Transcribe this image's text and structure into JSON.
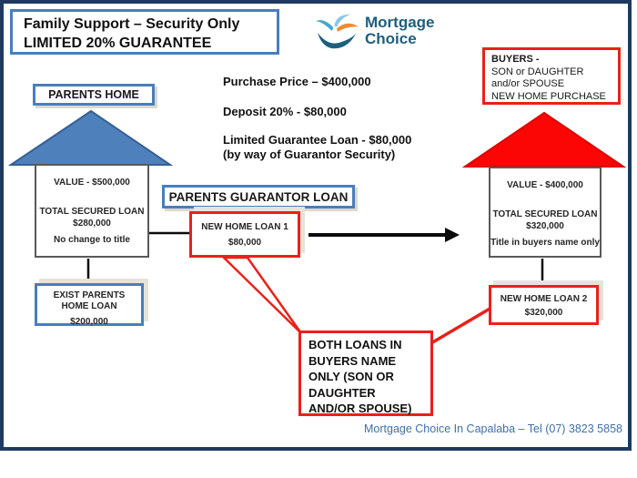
{
  "title": {
    "line1": "Family Support – Security Only",
    "line2": "LIMITED 20%  GUARANTEE"
  },
  "logo": {
    "word1": "Mortgage",
    "word2": "Choice"
  },
  "purchase_info": {
    "line1": "Purchase Price – $400,000",
    "line2": "Deposit 20% - $80,000",
    "line3": "Limited Guarantee Loan -  $80,000",
    "line4": "(by way of Guarantor Security)"
  },
  "buyers_box": {
    "line1": "BUYERS -",
    "line2": "SON or DAUGHTER",
    "line3": "and/or SPOUSE",
    "line4": "NEW HOME PURCHASE"
  },
  "parents_home_label": "PARENTS HOME",
  "guarantor_loan_label": "PARENTS GUARANTOR LOAN",
  "left_house": {
    "value": "VALUE - $500,000",
    "loan_label": "TOTAL SECURED LOAN",
    "loan_amount": "$280,000",
    "note": "No change to title"
  },
  "right_house": {
    "value": "VALUE - $400,000",
    "loan_label": "TOTAL SECURED LOAN",
    "loan_amount": "$320,000",
    "note": "Title in buyers name only"
  },
  "exist_parents_loan": {
    "line1": "EXIST PARENTS",
    "line2": "HOME LOAN",
    "amount": "$200,000"
  },
  "new_home_loan_1": {
    "title": "NEW HOME LOAN 1",
    "amount": "$80,000"
  },
  "new_home_loan_2": {
    "title": "NEW HOME LOAN 2",
    "amount": "$320,000"
  },
  "both_loans_note": {
    "line1": "BOTH LOANS IN",
    "line2": "BUYERS NAME",
    "line3": "ONLY (SON OR",
    "line4": "DAUGHTER",
    "line5": "AND/OR SPOUSE)"
  },
  "footer": {
    "text": "Mortgage Choice In Capalaba – Tel (07) 3823 5858"
  },
  "colors": {
    "slide_border": "#1f3a60",
    "accent_blue": "#4a7ebc",
    "accent_red": "#e8211b",
    "roof_blue": "#4e81bc",
    "roof_red": "#fb0505",
    "connector_black": "#0b0b0b",
    "logo_teal": "#1d5f7e",
    "logo_orange": "#f08b33",
    "logo_lightblue": "#8ec6e6",
    "footer_text": "#3f70a6"
  }
}
